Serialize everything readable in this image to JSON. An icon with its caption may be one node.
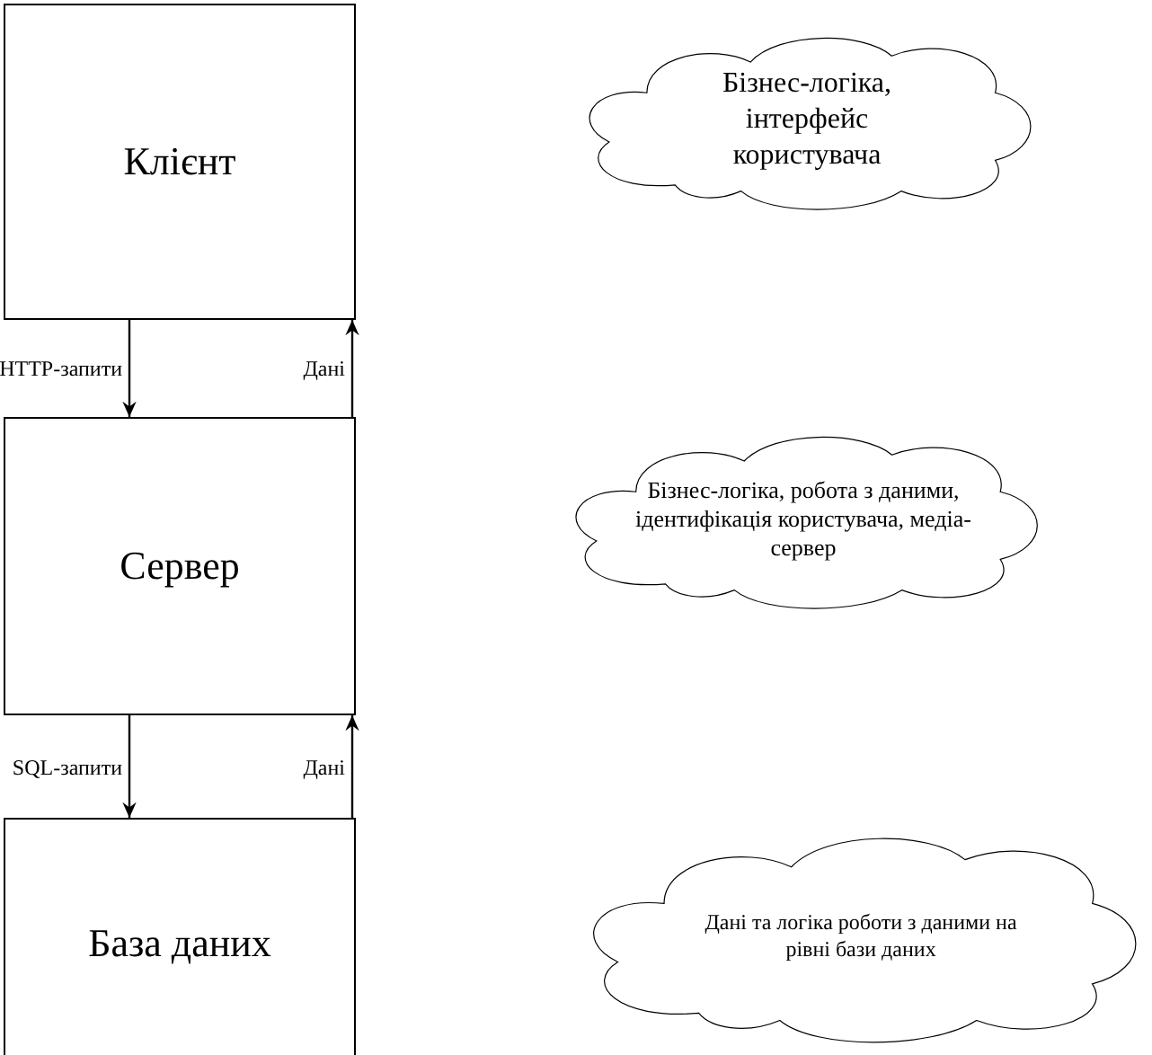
{
  "diagram": {
    "nodes": [
      {
        "text": [
          "Клієнт"
        ]
      },
      {
        "text": [
          "Бізнес-логіка, інтерфейс користувача"
        ]
      },
      {
        "text": [
          "Сервер"
        ]
      },
      {
        "text": [
          "Бізнес-логіка, робота з даними, ідентифікація користувача, медіа-сервер"
        ]
      },
      {
        "text": [
          "База даних"
        ]
      },
      {
        "text": [
          "Дані та логіка роботи з даними на рівні бази даних"
        ]
      }
    ],
    "edges": [
      {
        "from": 0,
        "to": 2,
        "arrow": "to",
        "label": "HTTP-запити"
      },
      {
        "from": 2,
        "to": 0,
        "arrow": "to",
        "label": "Дані"
      },
      {
        "from": 2,
        "to": 4,
        "arrow": "to",
        "label": "SQL-запити"
      },
      {
        "from": 4,
        "to": 2,
        "arrow": "to",
        "label": "Дані"
      }
    ]
  }
}
